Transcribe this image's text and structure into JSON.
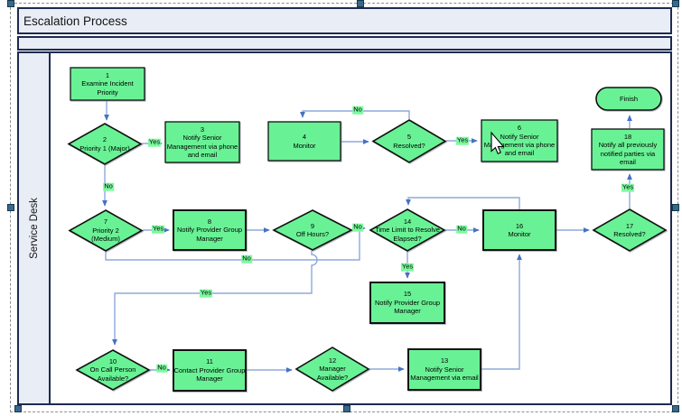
{
  "frame": {
    "title": "Escalation Process",
    "lane_label": "Service Desk"
  },
  "colors": {
    "shape_fill": "#69F295",
    "shape_border": "#101010",
    "label_bg": "#7CFA9E",
    "connector": "#8FA9DC",
    "arrowhead": "#4472C4",
    "lane_fill": "#E8EDF6",
    "frame_border": "#1E2B4F",
    "canvas_bg": "#FFFFFF",
    "text": "#000000"
  },
  "nodes": {
    "n1": {
      "id": "1",
      "label": "Examine Incident Priority",
      "type": "process"
    },
    "n2": {
      "id": "2",
      "label": "Priority 1 (Major)",
      "type": "decision"
    },
    "n3": {
      "id": "3",
      "label": "Notify Senior Management via phone and email",
      "type": "process"
    },
    "n4": {
      "id": "4",
      "label": "Monitor",
      "type": "process"
    },
    "n5": {
      "id": "5",
      "label": "Resolved?",
      "type": "decision"
    },
    "n6": {
      "id": "6",
      "label": "Notify Senior Management via phone and email",
      "type": "process"
    },
    "n7": {
      "id": "7",
      "label": "Priority 2 (Medium)",
      "type": "decision"
    },
    "n8": {
      "id": "8",
      "label": "Notify Provider Group Manager",
      "type": "process"
    },
    "n9": {
      "id": "9",
      "label": "Off Hours?",
      "type": "decision"
    },
    "n10": {
      "id": "10",
      "label": "On Call Person Available?",
      "type": "decision"
    },
    "n11": {
      "id": "11",
      "label": "Contact Provider Group Manager",
      "type": "process"
    },
    "n12": {
      "id": "12",
      "label": "Manager Available?",
      "type": "decision"
    },
    "n13": {
      "id": "13",
      "label": "Notify Senior Management via email",
      "type": "process"
    },
    "n14": {
      "id": "14",
      "label": "Time Limit to Resolve Elapsed?",
      "type": "decision"
    },
    "n15": {
      "id": "15",
      "label": "Notify Provider Group Manager",
      "type": "process"
    },
    "n16": {
      "id": "16",
      "label": "Monitor",
      "type": "process"
    },
    "n17": {
      "id": "17",
      "label": "Resolved?",
      "type": "decision"
    },
    "n18": {
      "id": "18",
      "label": "Notify all previously notified parties via email",
      "type": "process"
    },
    "finish": {
      "label": "Finish",
      "type": "terminator"
    }
  },
  "edges": [
    {
      "from": "1",
      "to": "2",
      "label": ""
    },
    {
      "from": "2",
      "to": "3",
      "label": "Yes"
    },
    {
      "from": "2",
      "to": "7",
      "label": "No"
    },
    {
      "from": "4",
      "to": "5",
      "label": ""
    },
    {
      "from": "5",
      "to": "4",
      "label": "No"
    },
    {
      "from": "5",
      "to": "6",
      "label": "Yes"
    },
    {
      "from": "7",
      "to": "8",
      "label": "Yes"
    },
    {
      "from": "7",
      "to": "14",
      "label": "No"
    },
    {
      "from": "8",
      "to": "9",
      "label": ""
    },
    {
      "from": "9",
      "to": "14",
      "label": "No"
    },
    {
      "from": "9",
      "to": "10",
      "label": "Yes"
    },
    {
      "from": "14",
      "to": "15",
      "label": "Yes"
    },
    {
      "from": "14",
      "to": "16",
      "label": "No"
    },
    {
      "from": "16",
      "to": "14",
      "label": ""
    },
    {
      "from": "16",
      "to": "17",
      "label": ""
    },
    {
      "from": "17",
      "to": "18",
      "label": "Yes"
    },
    {
      "from": "18",
      "to": "finish",
      "label": ""
    },
    {
      "from": "10",
      "to": "11",
      "label": "No"
    },
    {
      "from": "11",
      "to": "12",
      "label": ""
    },
    {
      "from": "12",
      "to": "13",
      "label": ""
    },
    {
      "from": "13",
      "to": "16",
      "label": ""
    }
  ]
}
